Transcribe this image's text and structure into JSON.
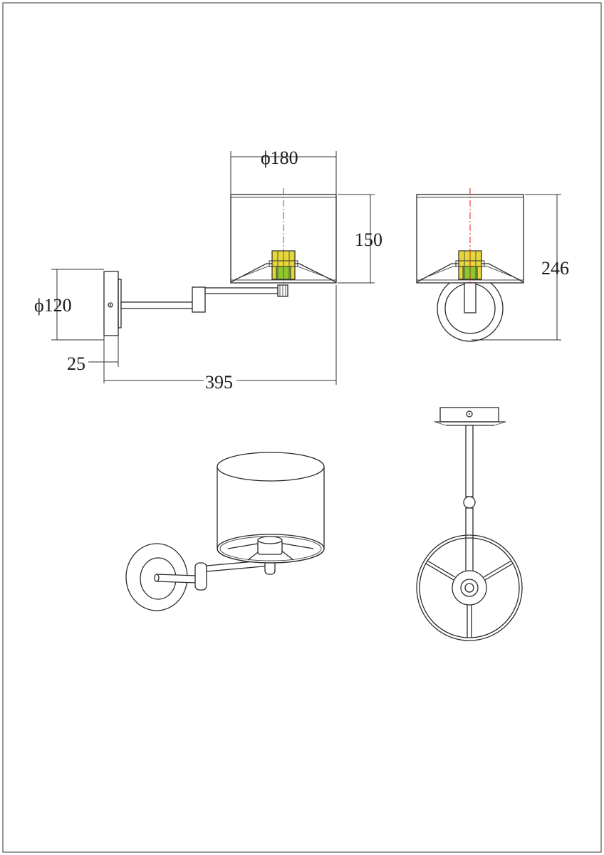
{
  "dimensions": {
    "shade_diameter": "ϕ180",
    "shade_height": "150",
    "total_height": "246",
    "base_diameter": "ϕ120",
    "base_depth": "25",
    "total_projection": "395"
  },
  "colors": {
    "line": "#2a2a2a",
    "shade_inner_line": "#1fb61f",
    "center_axis": "#e01818",
    "lamp_holder": "#e6d83a"
  }
}
